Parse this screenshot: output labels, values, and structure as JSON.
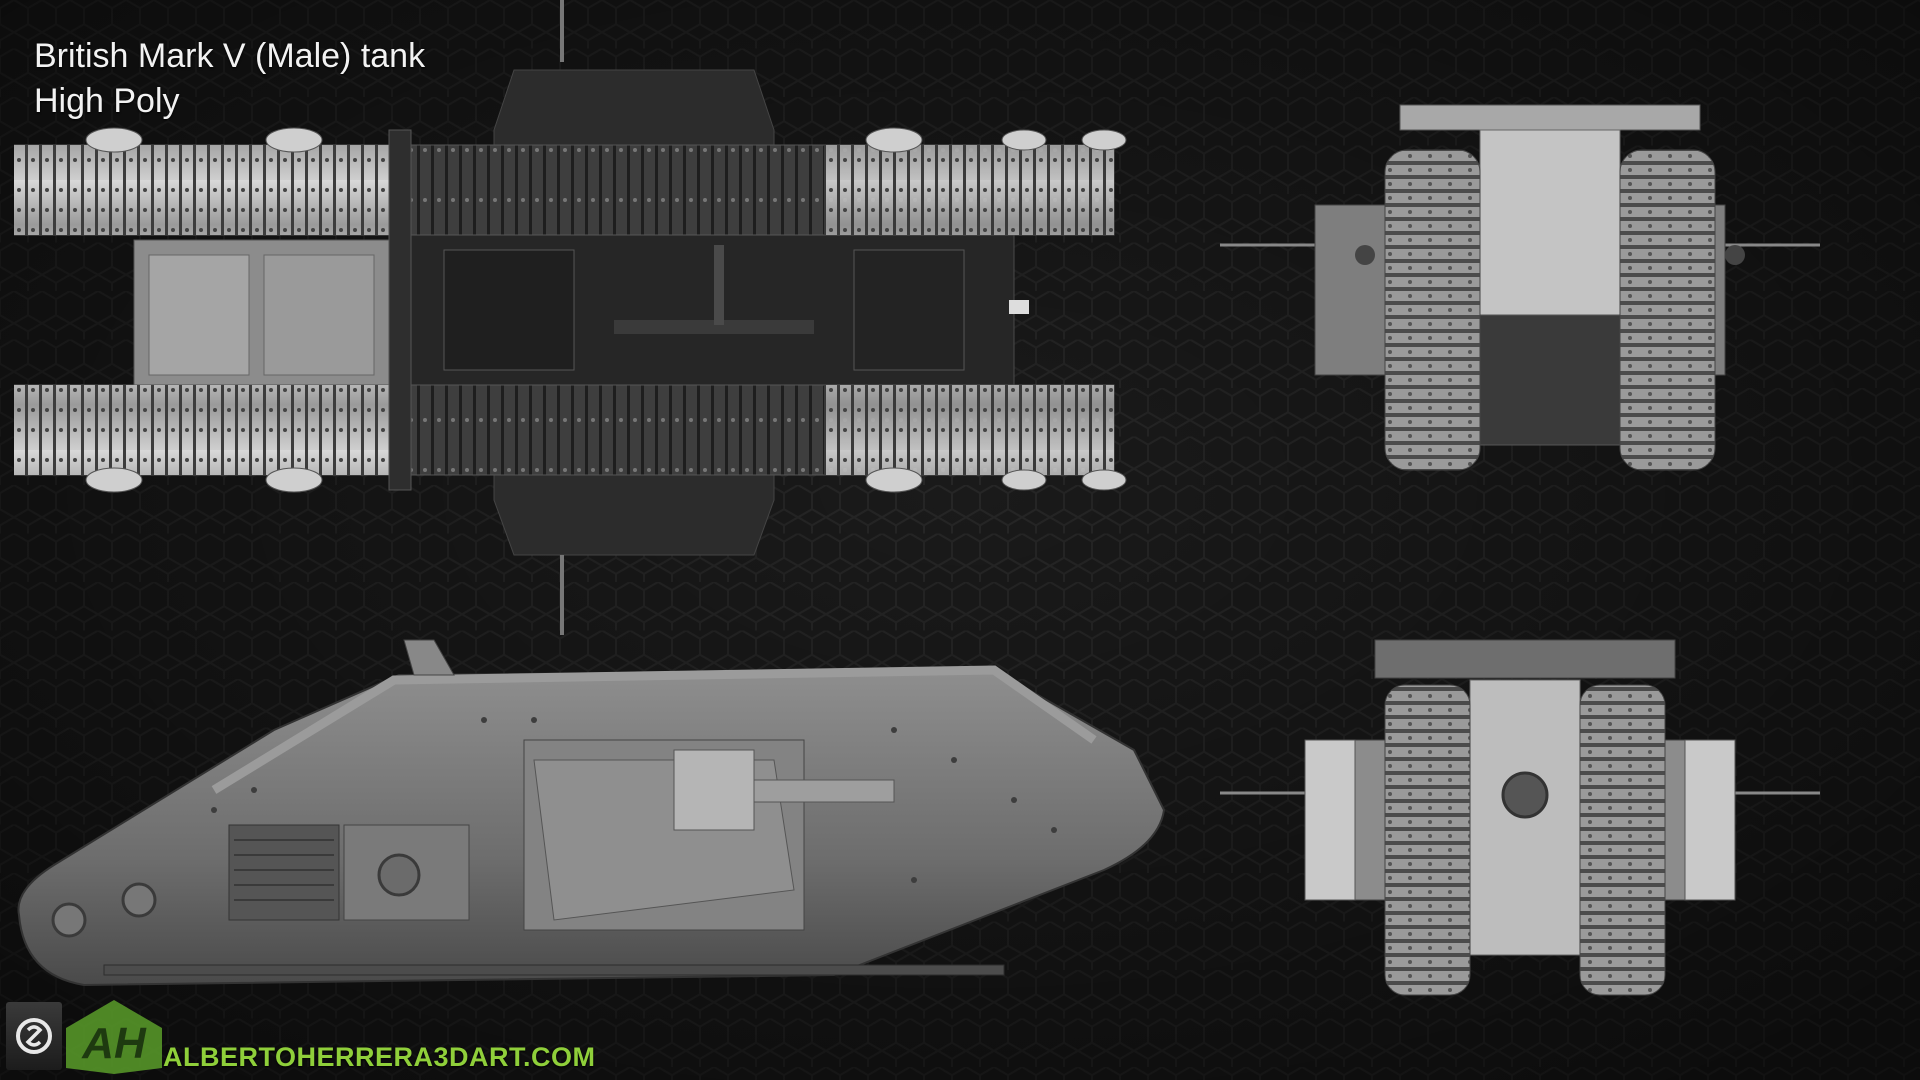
{
  "title": {
    "line1": "British Mark V (Male) tank",
    "line2": "High Poly"
  },
  "views": [
    {
      "name": "top"
    },
    {
      "name": "side"
    },
    {
      "name": "front"
    },
    {
      "name": "rear"
    }
  ],
  "branding": {
    "software_icon": "3ds-max-logo-icon",
    "artist_logo_text": "AH",
    "website": "ALBERTOHERRERA3DART.COM"
  },
  "colors": {
    "background": "#151515",
    "hex_pattern": "#232323",
    "metal": "#a8a8a8",
    "dark_metal": "#3a3a3a",
    "website_green": "#8fcf3a"
  }
}
